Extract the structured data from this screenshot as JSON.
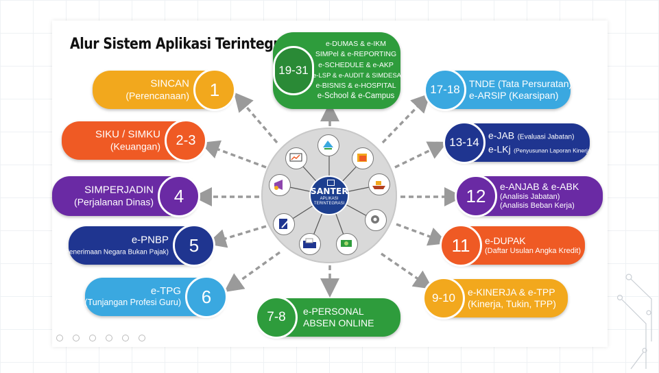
{
  "title": "Alur Sistem Aplikasi Terintegrasi",
  "hub": {
    "name": "SANTER",
    "subtitle_line1": "APLIKASI",
    "subtitle_line2": "TERINTEGRASI",
    "logo_icon": "shield-emblem-icon"
  },
  "hub_icons": [
    "brain-circuit-icon",
    "paper-stack-icon",
    "data-monitor-icon",
    "ship-cargo-icon",
    "gear-network-icon",
    "money-bills-icon",
    "folder-documents-icon",
    "document-pen-icon",
    "megaphone-icon",
    "monitor-chart-icon"
  ],
  "top_node": {
    "number": "19-31",
    "lines": [
      "e-DUMAS & e-IKM",
      "SIMPel & e-REPORTING",
      "e-SCHEDULE & e-AKP",
      "e-LSP & e-AUDIT & SIMDESA",
      "e-BISNIS & e-HOSPITAL",
      "e-School & e-Campus"
    ],
    "color": "#2e9c3c"
  },
  "left_nodes": [
    {
      "number": "1",
      "line1": "SINCAN",
      "line2": "(Perencanaan)",
      "color": "#f2a81d"
    },
    {
      "number": "2-3",
      "line1": "SIKU / SIMKU",
      "line2": "(Keuangan)",
      "color": "#ef5a24"
    },
    {
      "number": "4",
      "line1": "SIMPERJADIN",
      "line2": "(Perjalanan Dinas)",
      "color": "#6a2aa4"
    },
    {
      "number": "5",
      "line1": "e-PNBP",
      "line2": "(Penerimaan Negara Bukan Pajak)",
      "color": "#1f3590"
    },
    {
      "number": "6",
      "line1": "e-TPG",
      "line2": "(Tunjangan Profesi Guru)",
      "color": "#3aa8e0"
    }
  ],
  "right_nodes": [
    {
      "number": "17-18",
      "line1": "TNDE (Tata Persuratan)",
      "line2": "e-ARSIP (Kearsipan)",
      "color": "#3aa8e0"
    },
    {
      "number": "13-14",
      "line1": "e-JAB",
      "line1_note": "(Evaluasi Jabatan)",
      "line2": "e-LKj",
      "line2_note": "(Penyusunan Laporan Kinerja)",
      "color": "#1f3590"
    },
    {
      "number": "12",
      "line1": "e-ANJAB & e-ABK",
      "line2": "(Analisis Jabatan)",
      "line3": "(Analisis Beban Kerja)",
      "color": "#6a2aa4"
    },
    {
      "number": "11",
      "line1": "e-DUPAK",
      "line2": "(Daftar Usulan Angka Kredit)",
      "color": "#ef5a24"
    },
    {
      "number": "9-10",
      "line1": "e-KINERJA & e-TPP",
      "line2": "(Kinerja, Tukin, TPP)",
      "color": "#f2a81d"
    }
  ],
  "bottom_node": {
    "number": "7-8",
    "line1": "e-PERSONAL",
    "line2": "ABSEN ONLINE",
    "color": "#2e9c3c"
  },
  "colors": {
    "arrow": "#9a9a9a",
    "hub_ring": "#d9d9d9",
    "hub_center": "#1d3f8f"
  }
}
